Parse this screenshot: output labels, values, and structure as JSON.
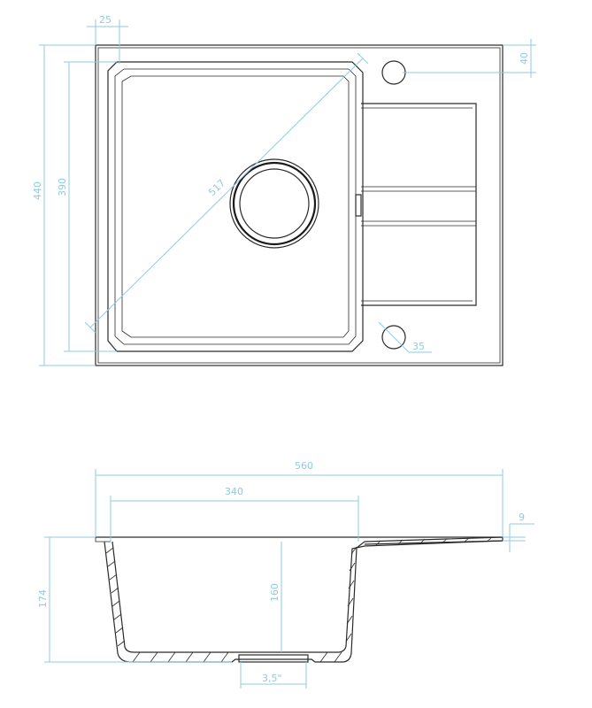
{
  "colors": {
    "dimension": "#8fcbe3",
    "outline": "#2a2a2a",
    "background": "#ffffff"
  },
  "top_view": {
    "dimensions": {
      "rim_width": "25",
      "tap_hole_offset": "40",
      "overall_depth": "440",
      "bowl_depth": "390",
      "bowl_diagonal": "517",
      "tap_hole_diameter": "35"
    }
  },
  "side_view": {
    "dimensions": {
      "overall_width": "560",
      "bowl_width": "340",
      "drainer_thickness": "9",
      "overall_height": "174",
      "bowl_height": "160",
      "waste_size": "3,5\""
    }
  }
}
